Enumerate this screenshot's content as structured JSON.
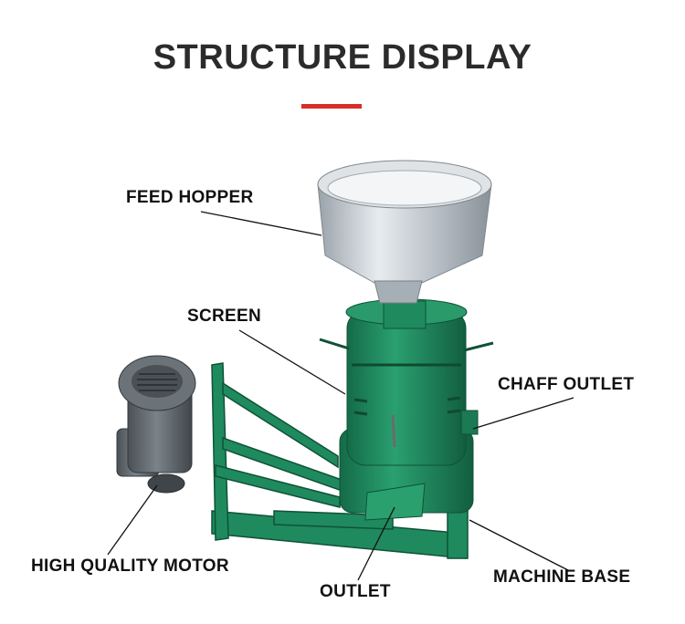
{
  "header": {
    "title": "STRUCTURE DISPLAY",
    "accent_color": "#d92d27"
  },
  "labels": {
    "feed_hopper": "FEED HOPPER",
    "screen": "SCREEN",
    "chaff_outlet": "CHAFF OUTLET",
    "motor": "HIGH QUALITY MOTOR",
    "outlet": "OUTLET",
    "machine_base": "MACHINE BASE"
  },
  "colors": {
    "machine_green": "#1f8a5e",
    "motor_gray": "#5d646a",
    "hopper_silver": "#c9ced4"
  }
}
